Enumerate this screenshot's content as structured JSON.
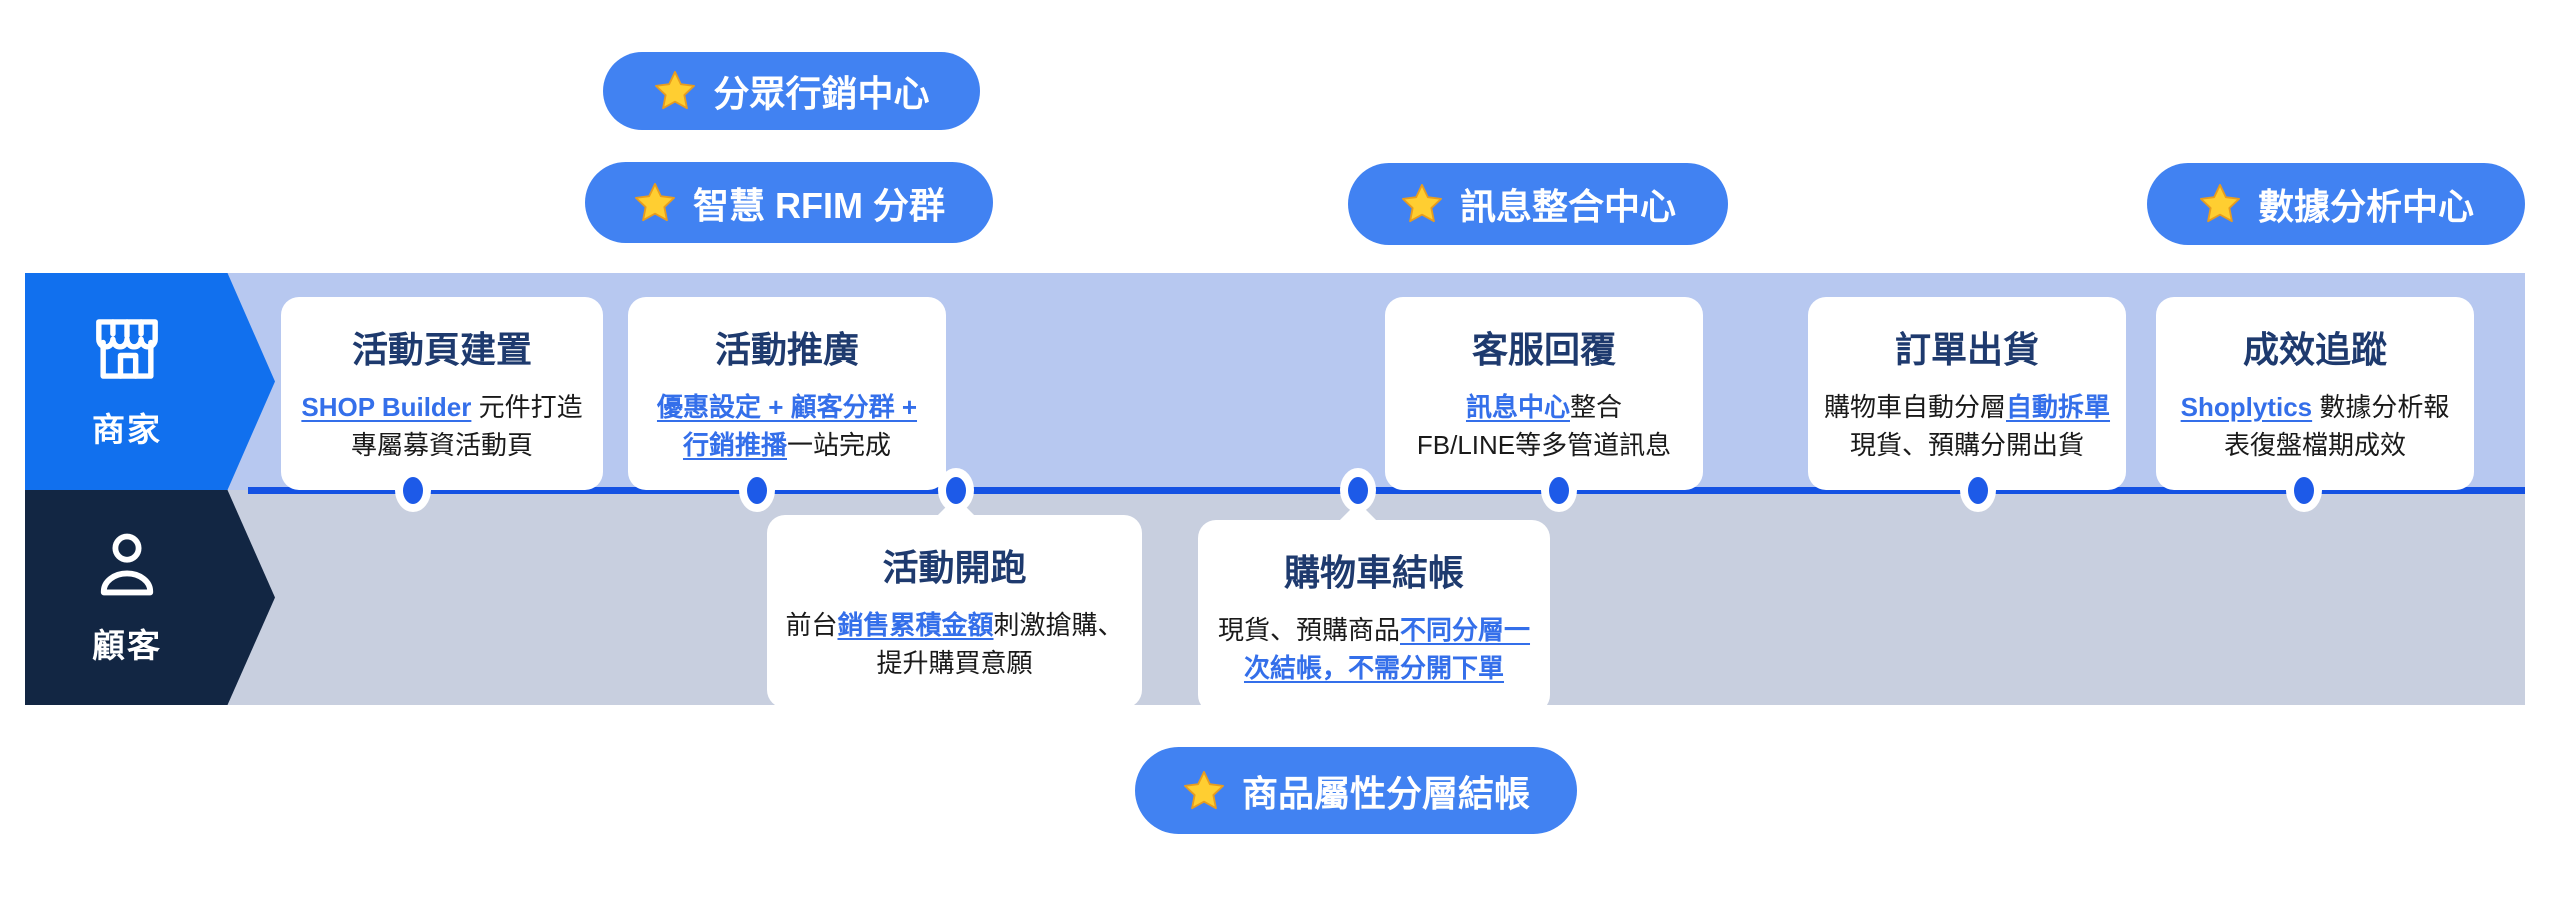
{
  "badges": {
    "top": [
      {
        "icon": "star",
        "label": "分眾行銷中心"
      },
      {
        "icon": "star",
        "label": "智慧 RFIM 分群"
      },
      {
        "icon": "star",
        "label": "訊息整合中心"
      },
      {
        "icon": "star",
        "label": "數據分析中心"
      }
    ],
    "bottom": [
      {
        "icon": "star",
        "label": "商品屬性分層結帳"
      }
    ]
  },
  "lanes": {
    "merchant": {
      "label": "商家",
      "icon": "storefront"
    },
    "customer": {
      "label": "顧客",
      "icon": "person"
    }
  },
  "cards": [
    {
      "lane": "merchant",
      "title": "活動頁建置",
      "segments": [
        {
          "text": "SHOP Builder",
          "link": true
        },
        {
          "text": " 元件打造專屬募資活動頁",
          "link": false
        }
      ]
    },
    {
      "lane": "merchant",
      "title": "活動推廣",
      "segments": [
        {
          "text": "優惠設定 + 顧客分群 +",
          "link": true
        },
        {
          "text": "行銷推播",
          "link": true
        },
        {
          "text": "一站完成",
          "link": false
        }
      ]
    },
    {
      "lane": "merchant",
      "title": "客服回覆",
      "segments": [
        {
          "text": "訊息中心",
          "link": true
        },
        {
          "text": "整合",
          "link": false
        },
        {
          "text": "FB/LINE等多管道訊息",
          "link": false
        }
      ]
    },
    {
      "lane": "merchant",
      "title": "訂單出貨",
      "segments": [
        {
          "text": "購物車自動分層",
          "link": false
        },
        {
          "text": "自動拆單",
          "link": true
        },
        {
          "text": "現貨、預購分開出貨",
          "link": false
        }
      ]
    },
    {
      "lane": "merchant",
      "title": "成效追蹤",
      "segments": [
        {
          "text": "Shoplytics",
          "link": true
        },
        {
          "text": " 數據分析報表復盤檔期成效",
          "link": false
        }
      ]
    },
    {
      "lane": "customer",
      "title": "活動開跑",
      "segments": [
        {
          "text": "前台",
          "link": false
        },
        {
          "text": "銷售累積金額",
          "link": true
        },
        {
          "text": "刺激搶購、提升購買意願",
          "link": false
        }
      ]
    },
    {
      "lane": "customer",
      "title": "購物車結帳",
      "segments": [
        {
          "text": "現貨、預購商品",
          "link": false
        },
        {
          "text": "不同分層一次結帳，不需分開下單",
          "link": true
        }
      ]
    }
  ],
  "colors": {
    "badge_blue": "#4182f2",
    "merchant_arrow_blue": "#1170ee",
    "customer_arrow_navy": "#122643",
    "merchant_lane_bg": "#b7c8f0",
    "customer_lane_bg": "#c8cfdf",
    "timeline_blue": "#1552e3",
    "card_title_navy": "#1e3a6e",
    "link_blue": "#346fea",
    "star_gold": "#ffce31"
  }
}
